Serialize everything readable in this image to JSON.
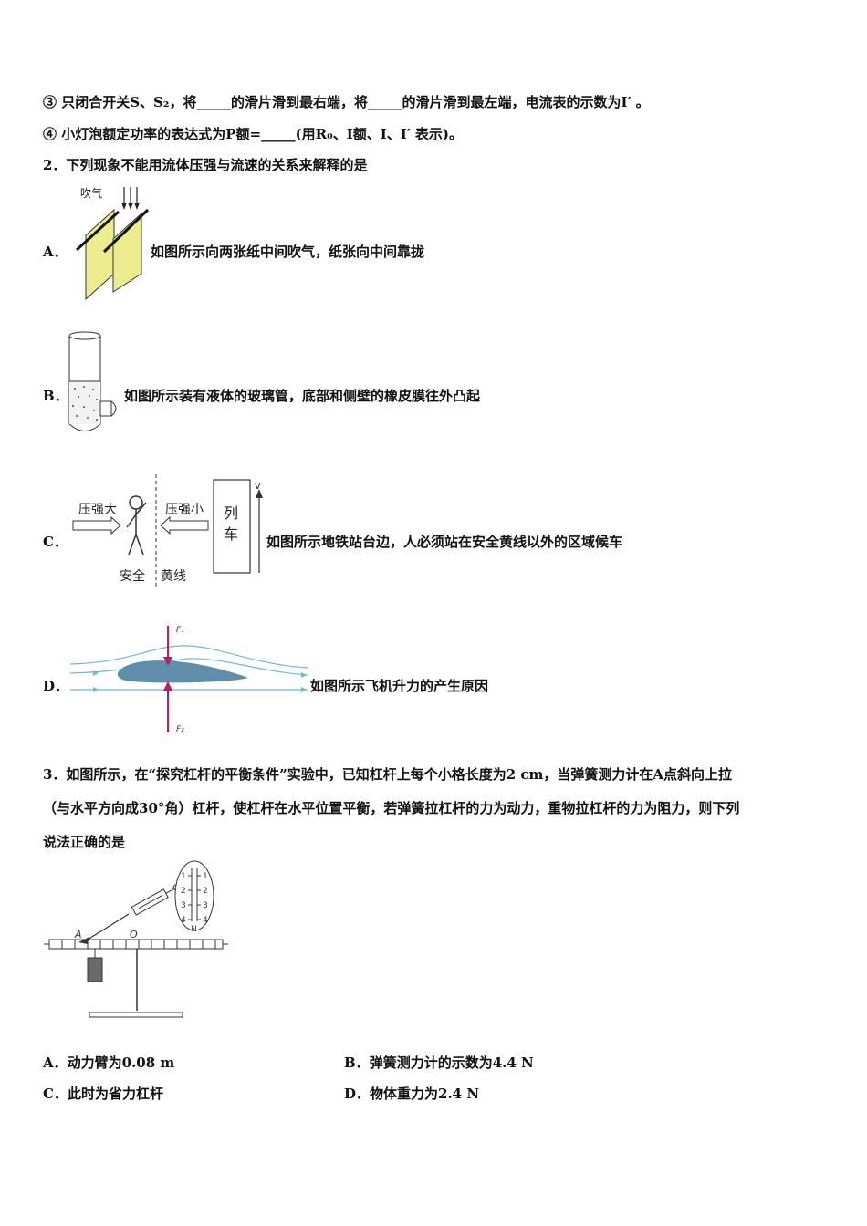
{
  "lines": {
    "l1": "③ 只闭合开关S、S₂，将_____的滑片滑到最右端，将_____的滑片滑到最左端，电流表的示数为I′ 。",
    "l2": "④ 小灯泡额定功率的表达式为P额=_____(用R₀、I额、I、I′ 表示)。",
    "q2": "2．下列现象不能用流体压强与流速的关系来解释的是",
    "q3a": "3．如图所示，在“探究杠杆的平衡条件”实验中，已知杠杆上每个小格长度为2 cm，当弹簧测力计在A点斜向上拉",
    "q3b": "（与水平方向成30°角）杠杆，使杠杆在水平位置平衡，若弹簧拉杠杆的力为动力，重物拉杠杆的力为阻力，则下列",
    "q3c": "说法正确的是"
  },
  "q2_options": {
    "A": {
      "label": "A．",
      "text": "如图所示向两张纸中间吹气，纸张向中间靠拢",
      "fig_text": "吹气"
    },
    "B": {
      "label": "B．",
      "text": "如图所示装有液体的玻璃管，底部和侧壁的橡皮膜往外凸起"
    },
    "C": {
      "label": "C．",
      "text": "如图所示地铁站台边，人必须站在安全黄线以外的区域候车",
      "fig_left": "压强大",
      "fig_right": "压强小",
      "fig_train_1": "列",
      "fig_train_2": "车",
      "fig_v": "v",
      "fig_safe": "安全",
      "fig_yellow": "黄线"
    },
    "D": {
      "label": "D．",
      "text": "如图所示飞机升力的产生原因",
      "fig_f1": "F₁",
      "fig_f2": "F₂"
    }
  },
  "q3_figure": {
    "A": "A",
    "O": "O",
    "N": "N",
    "scale": [
      "1",
      "2",
      "3",
      "4"
    ]
  },
  "q3_options": [
    {
      "label": "A．",
      "text": "动力臂为0.08 m"
    },
    {
      "label": "B．",
      "text": "弹簧测力计的示数为4.4 N"
    },
    {
      "label": "C．",
      "text": "此时为省力杠杆"
    },
    {
      "label": "D．",
      "text": "物体重力为2.4 N"
    }
  ]
}
